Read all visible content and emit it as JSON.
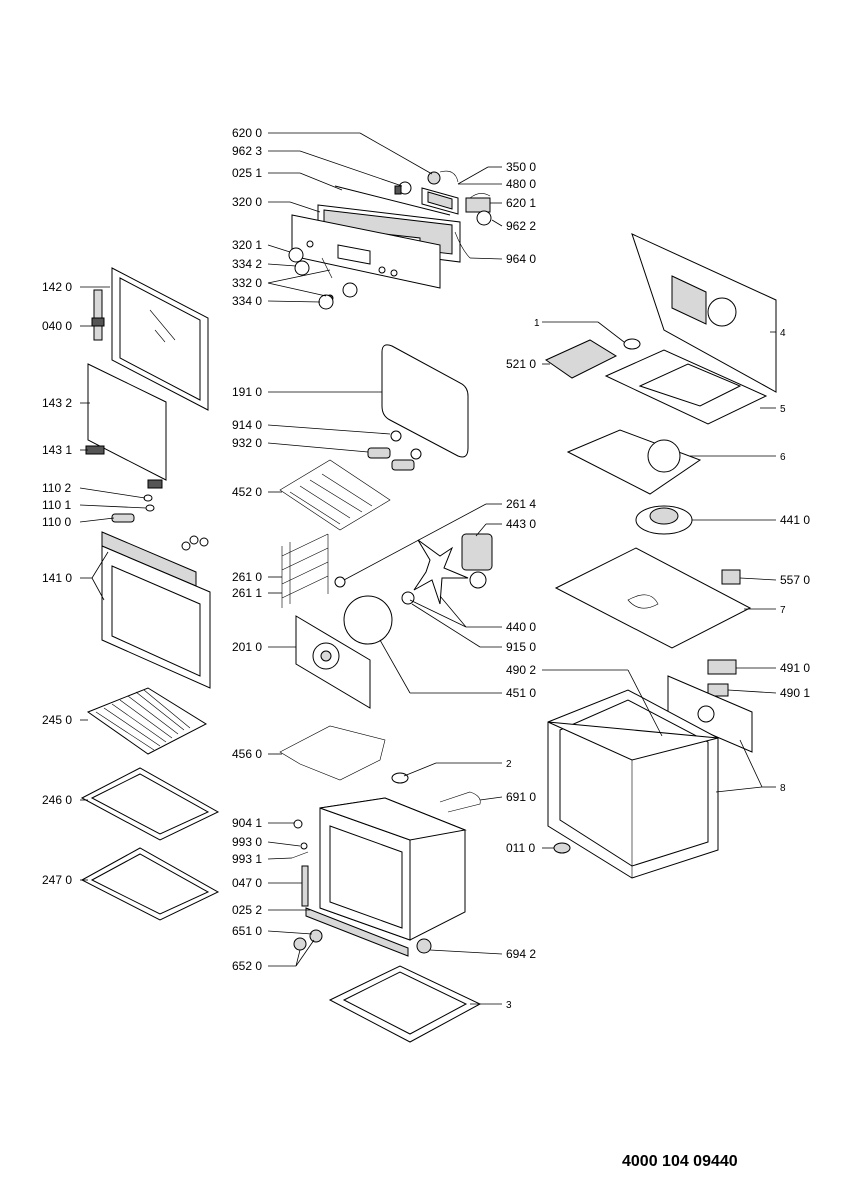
{
  "document_number": "4000 104 09440",
  "labels": {
    "p6200": "620 0",
    "p9623": "962 3",
    "p0251": "025 1",
    "p3200": "320 0",
    "p3201": "320 1",
    "p3342": "334 2",
    "p3320": "332 0",
    "p3340": "334 0",
    "p3500": "350 0",
    "p4800": "480 0",
    "p6201": "620 1",
    "p9622": "962 2",
    "p9640": "964 0",
    "p1420": "142 0",
    "p0400": "040 0",
    "p1432": "143 2",
    "p1431": "143 1",
    "p1102": "110 2",
    "p1101": "110 1",
    "p1100": "110 0",
    "p1410": "141 0",
    "p1910": "191 0",
    "p9140": "914 0",
    "p9320": "932 0",
    "p4520": "452 0",
    "p2614": "261 4",
    "p4430": "443 0",
    "p2610": "261 0",
    "p2611": "261 1",
    "p2010": "201 0",
    "p4400": "440 0",
    "p9150": "915 0",
    "p4510": "451 0",
    "p4560": "456 0",
    "p2": "2",
    "p6910": "691 0",
    "p9041": "904 1",
    "p9930": "993 0",
    "p9931": "993 1",
    "p0470": "047 0",
    "p0252": "025 2",
    "p6510": "651 0",
    "p6520": "652 0",
    "p6942": "694 2",
    "p3": "3",
    "p2450": "245 0",
    "p2460": "246 0",
    "p2470": "247 0",
    "p1": "1",
    "p4": "4",
    "p5210": "521 0",
    "p5": "5",
    "p6": "6",
    "p4410": "441 0",
    "p5570": "557 0",
    "p7": "7",
    "p4902": "490 2",
    "p4910": "491 0",
    "p4901": "490 1",
    "p8": "8",
    "p0110": "011 0"
  }
}
